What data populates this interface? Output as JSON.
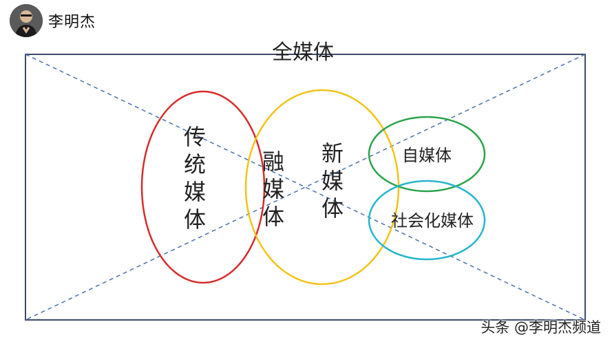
{
  "header": {
    "author_name": "李明杰"
  },
  "diagram": {
    "title": "全媒体",
    "traditional": [
      "传",
      "统",
      "媒",
      "体"
    ],
    "fusion": [
      "融",
      "媒",
      "体"
    ],
    "new_media": [
      "新",
      "媒",
      "体"
    ],
    "self_media": "自媒体",
    "social_media": "社会化媒体"
  },
  "colors": {
    "frame": "#3b4a6b",
    "dashed": "#4a6fb0",
    "traditional": "#d62b2b",
    "new_media": "#f2c318",
    "self_media": "#2aa34a",
    "social_media": "#26b5cc"
  },
  "watermark": "头条 @李明杰频道"
}
